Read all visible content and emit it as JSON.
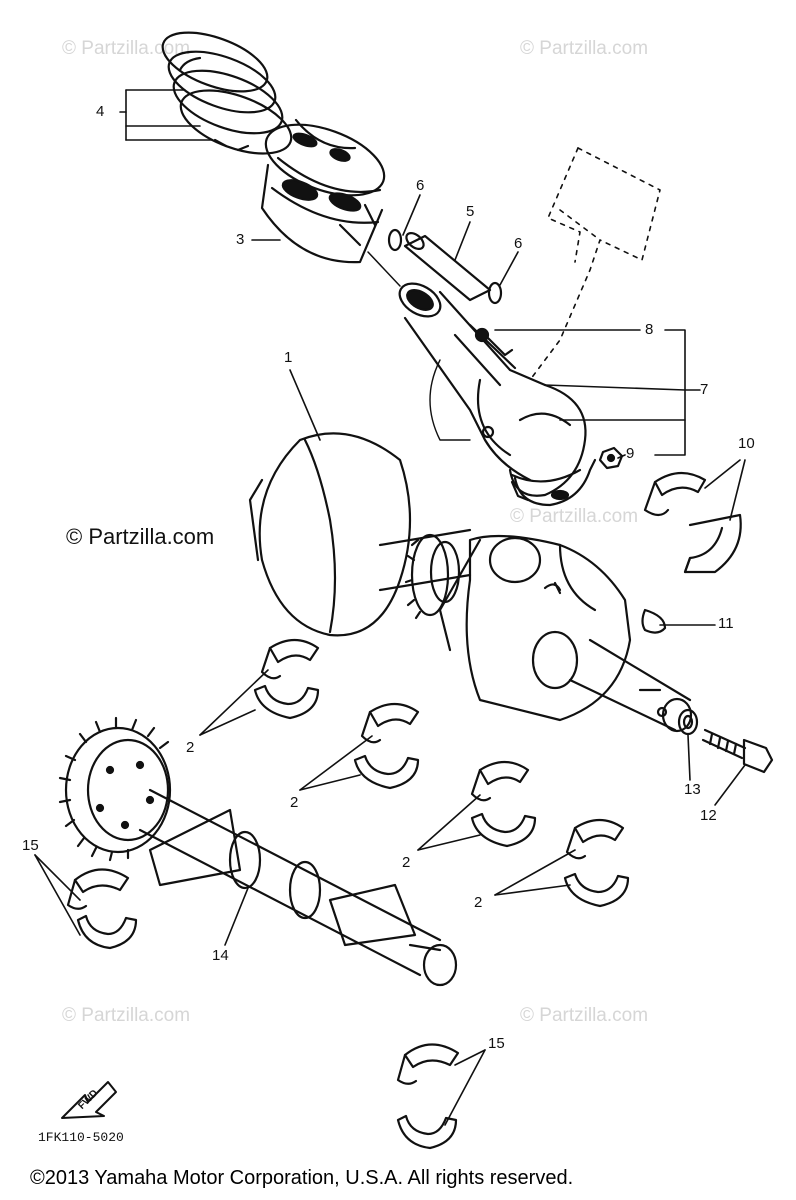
{
  "watermarks": {
    "text": "© Partzilla.com",
    "prominent_text": "© Partzilla.com"
  },
  "callouts": {
    "c1": "1",
    "c2a": "2",
    "c2b": "2",
    "c2c": "2",
    "c2d": "2",
    "c3": "3",
    "c4": "4",
    "c5": "5",
    "c6a": "6",
    "c6b": "6",
    "c7": "7",
    "c8": "8",
    "c9": "9",
    "c10": "10",
    "c11": "11",
    "c12": "12",
    "c13": "13",
    "c14": "14",
    "c15a": "15",
    "c15b": "15"
  },
  "fwd_label": "FWD",
  "diagram_code": "1FK110-5020",
  "copyright": "©2013  Yamaha Motor Corporation, U.S.A. All rights reserved.",
  "colors": {
    "ink": "#111111",
    "watermark": "#d6d6d6",
    "background": "#ffffff"
  }
}
